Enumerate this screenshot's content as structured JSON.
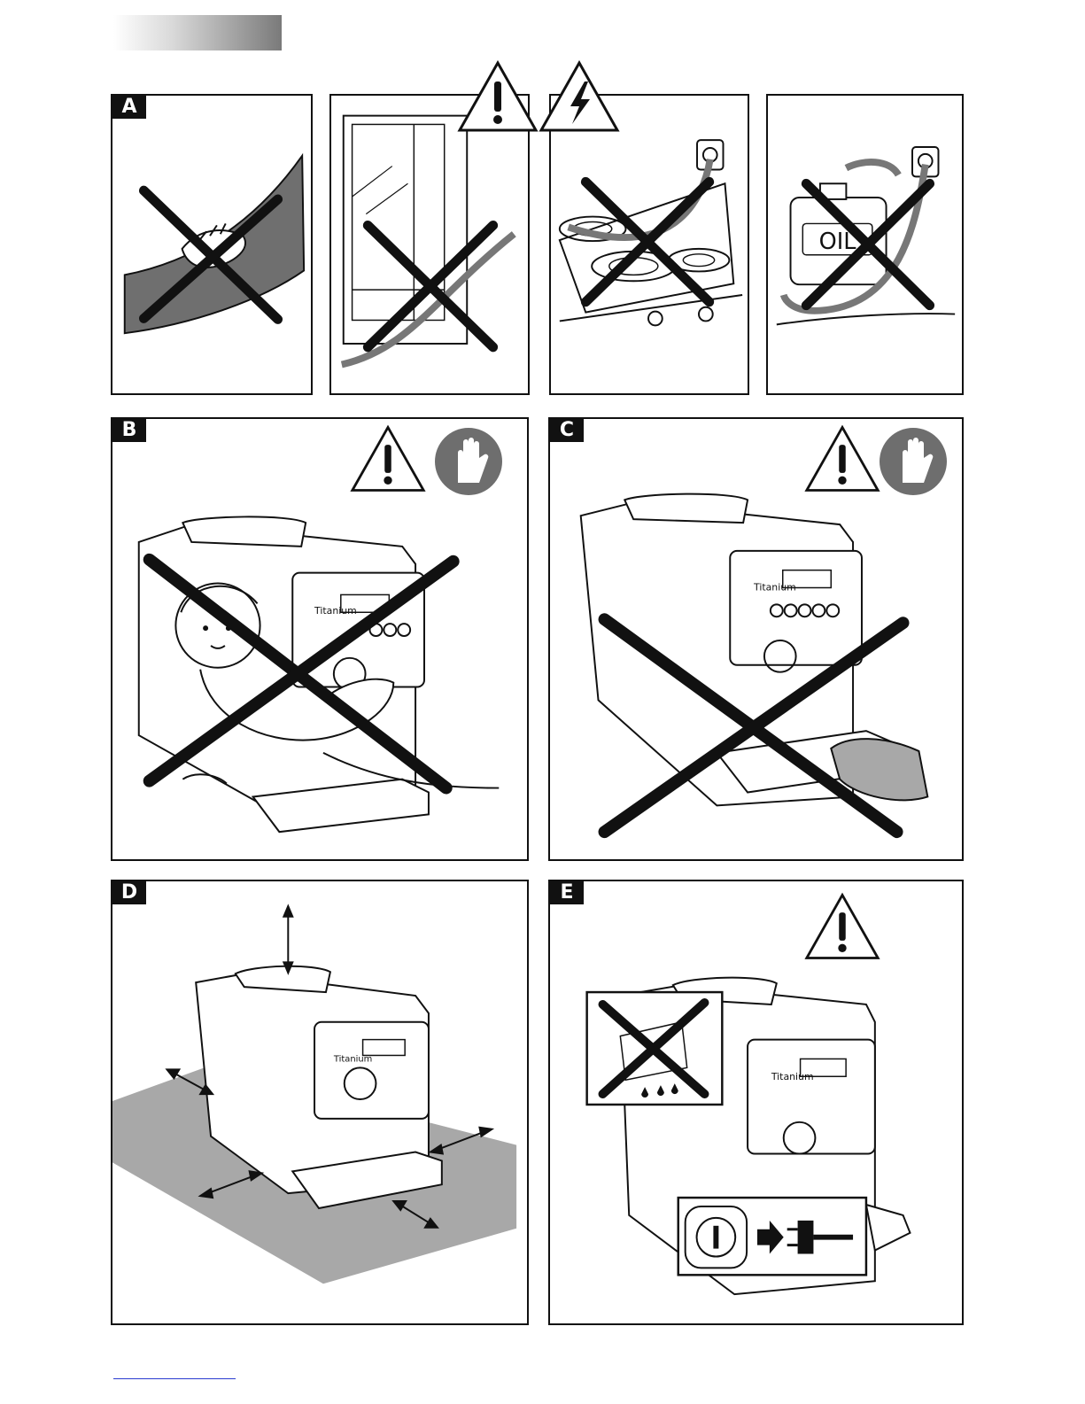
{
  "page": {
    "panels": [
      {
        "id": "A",
        "label": "A"
      },
      {
        "id": "B",
        "label": "B"
      },
      {
        "id": "C",
        "label": "C"
      },
      {
        "id": "D",
        "label": "D"
      },
      {
        "id": "E",
        "label": "E"
      }
    ],
    "icons": {
      "general_warning": "warning-triangle-icon",
      "electric_warning": "electric-hazard-icon",
      "prohibition": "stop-hand-icon",
      "not_allowed": "cross-out-icon"
    },
    "illustration_text": {
      "oil_can": "OIL",
      "brand": "Titanium"
    },
    "colors": {
      "ink": "#111111",
      "gray": "#777777",
      "floor": "#a8a8a8",
      "hand_badge": "#6e6e6e"
    }
  }
}
